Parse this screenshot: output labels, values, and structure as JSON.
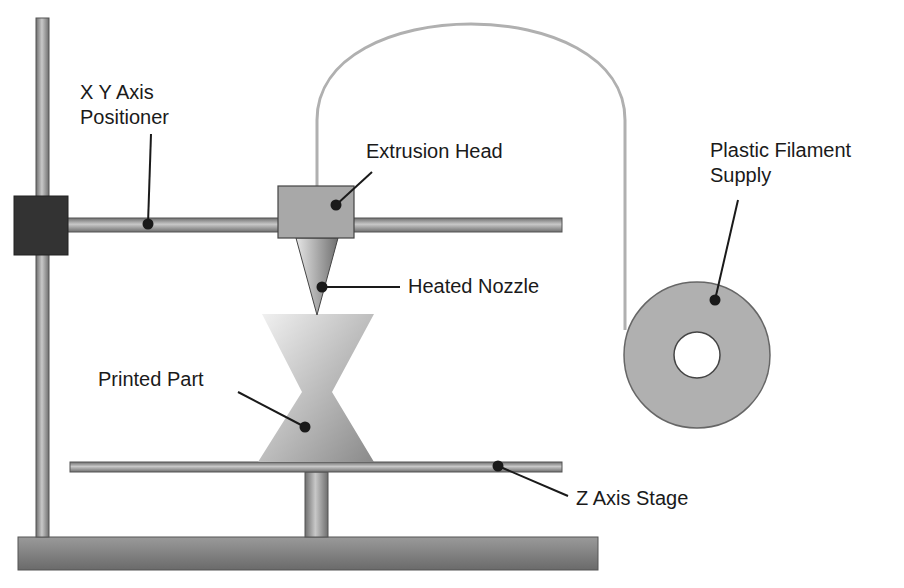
{
  "diagram": {
    "labels": [
      "X Y Axis Positioner",
      "Extrusion Head",
      "Heated Nozzle",
      "Printed Part",
      "Plastic Filament Supply",
      "Z Axis Stage"
    ]
  }
}
